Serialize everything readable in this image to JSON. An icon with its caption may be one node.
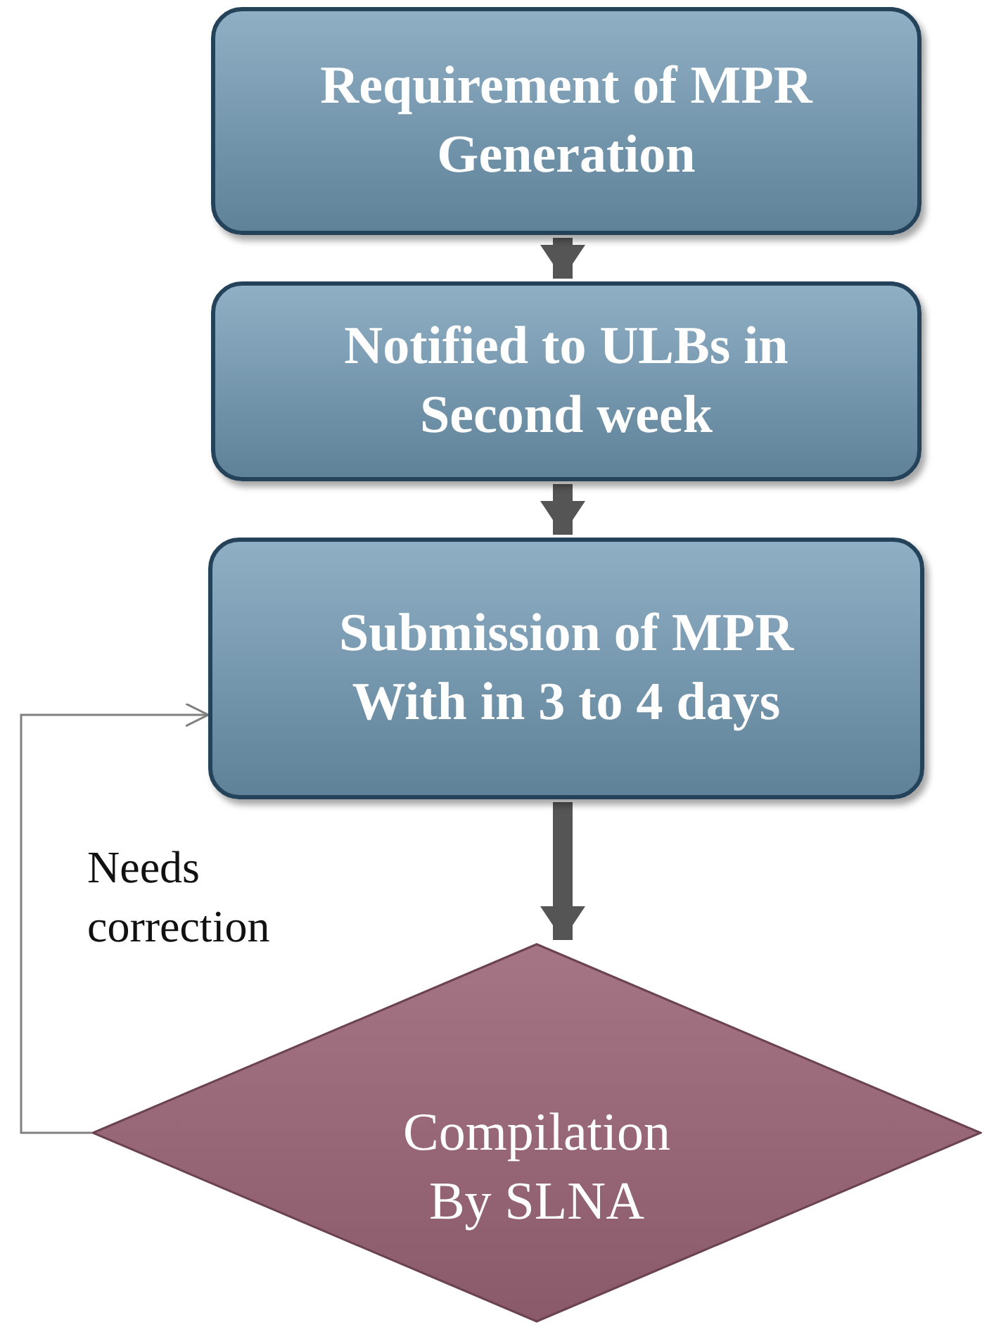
{
  "diagram": {
    "nodes": [
      {
        "text": [
          "Requirement of MPR Generation"
        ]
      },
      {
        "text": [
          "Notified to ULBs in Second week"
        ]
      },
      {
        "text": [
          "Submission of MPR With in 3 to 4 days"
        ]
      },
      {
        "text": [
          "Compilation By SLNA"
        ]
      }
    ],
    "edges": [
      {
        "from": 0,
        "to": 1,
        "arrow": "to"
      },
      {
        "from": 1,
        "to": 2,
        "arrow": "to"
      },
      {
        "from": 2,
        "to": 3,
        "arrow": "to"
      },
      {
        "from": 3,
        "to": 2,
        "arrow": "to",
        "label": "Needs correction",
        "color": "#808080"
      }
    ]
  }
}
